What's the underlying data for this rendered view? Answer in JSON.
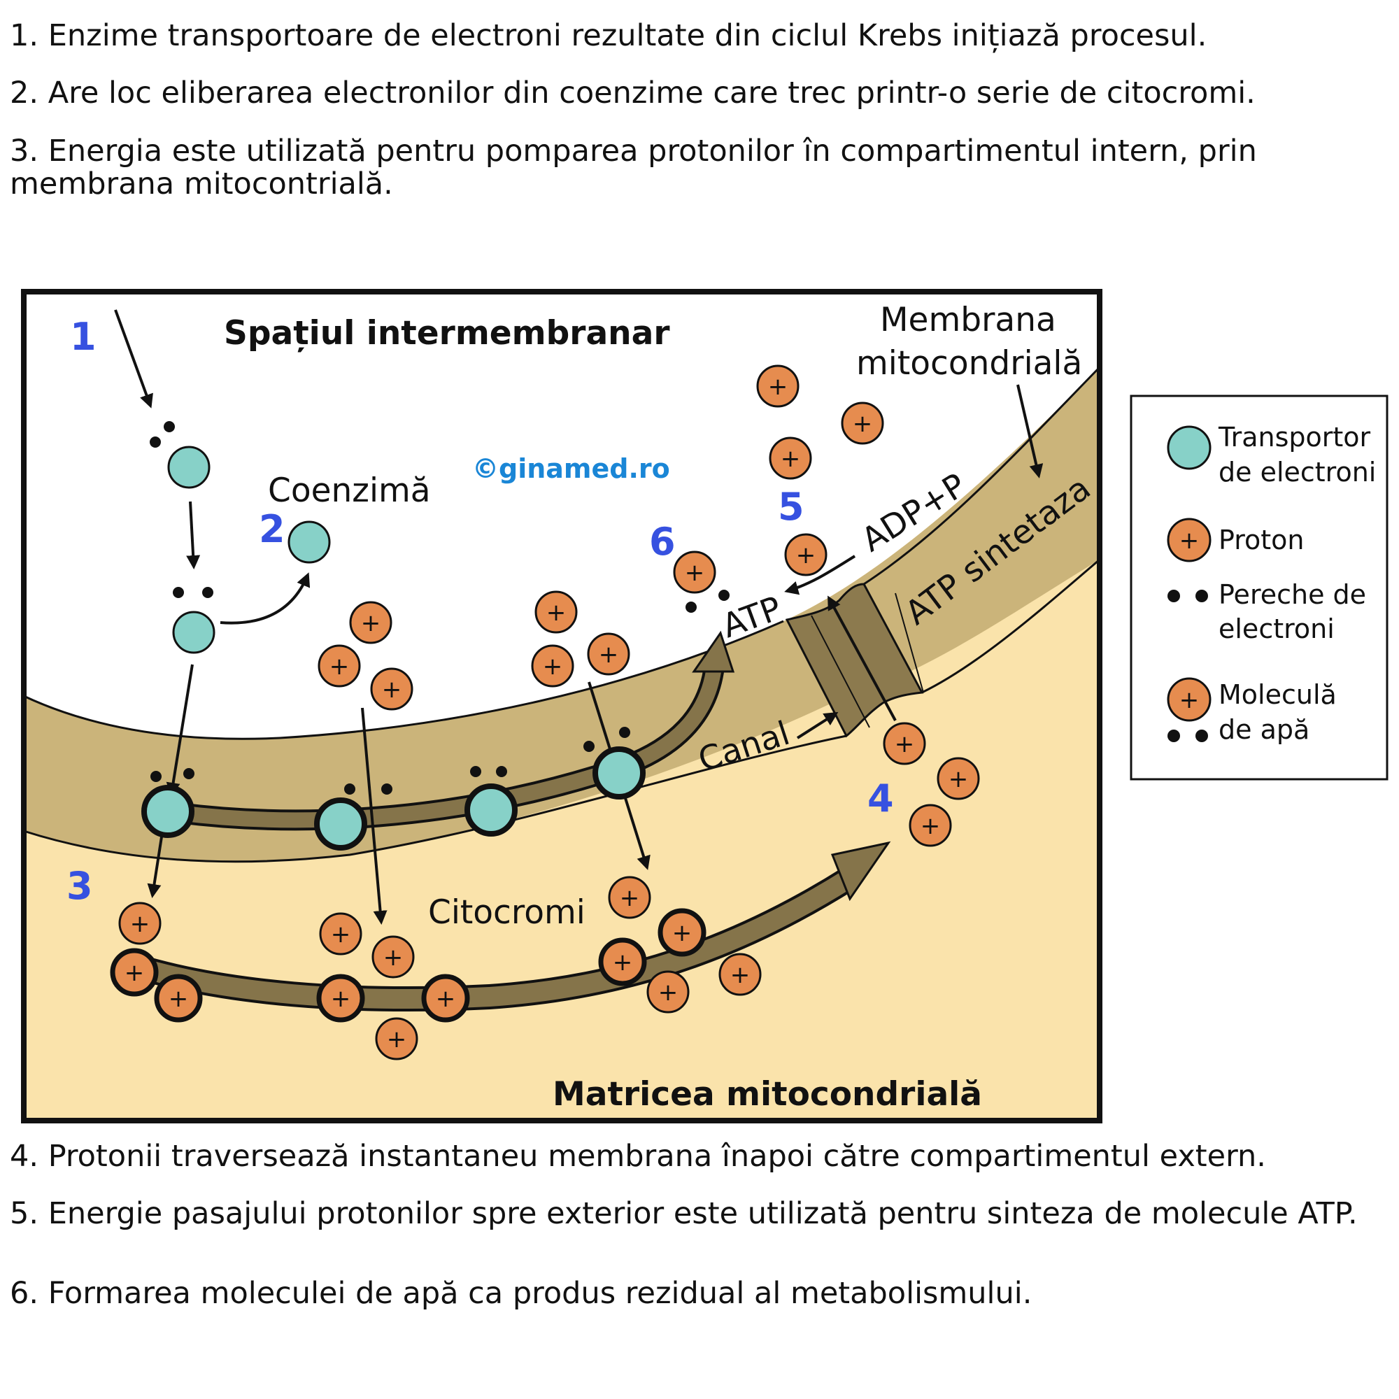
{
  "steps_top": [
    "1. Enzime transportoare de electroni rezultate din ciclul Krebs inițiază procesul.",
    "2. Are loc eliberarea electronilor din coenzime care trec printr-o serie de citocromi.",
    "3. Energia este utilizată pentru pomparea protonilor în compartimentul intern, prin membrana mitocontrială."
  ],
  "steps_bottom": [
    "4. Protonii traversează instantaneu membrana înapoi către compartimentul extern.",
    "5. Energie pasajului protonilor spre exterior este utilizată pentru sinteza de molecule ATP.",
    "6. Formarea moleculei de apă ca produs rezidual al metabolismului."
  ],
  "diagram": {
    "region_top": "Spațiul intermembranar",
    "region_bottom": "Matricea mitocondrială",
    "watermark": "©ginamed.ro",
    "membrane_label_line1": "Membrana",
    "membrane_label_line2": "mitocondrială",
    "coenzyme": "Coenzimă",
    "cytochromes": "Citocromi",
    "atp_synthase": "ATP sintetaza",
    "adp": "ADP+P",
    "atp": "ATP",
    "canal": "Canal",
    "plus": "+",
    "step_numbers": [
      "1",
      "2",
      "3",
      "4",
      "5",
      "6"
    ]
  },
  "legend": {
    "transporter_line1": "Transportor",
    "transporter_line2": "de electroni",
    "proton": "Proton",
    "pair_line1": "Pereche de",
    "pair_line2": "electroni",
    "water_line1": "Moleculă",
    "water_line2": "de apă"
  },
  "colors": {
    "outer": "#ffffff",
    "matrix": "#fae3ab",
    "membrane": "#cbb47a",
    "chain": "#85744a",
    "transporter": "#87d1c8",
    "proton": "#e68c4f",
    "numbers": "#3651e0",
    "watermark": "#1a86d6"
  }
}
